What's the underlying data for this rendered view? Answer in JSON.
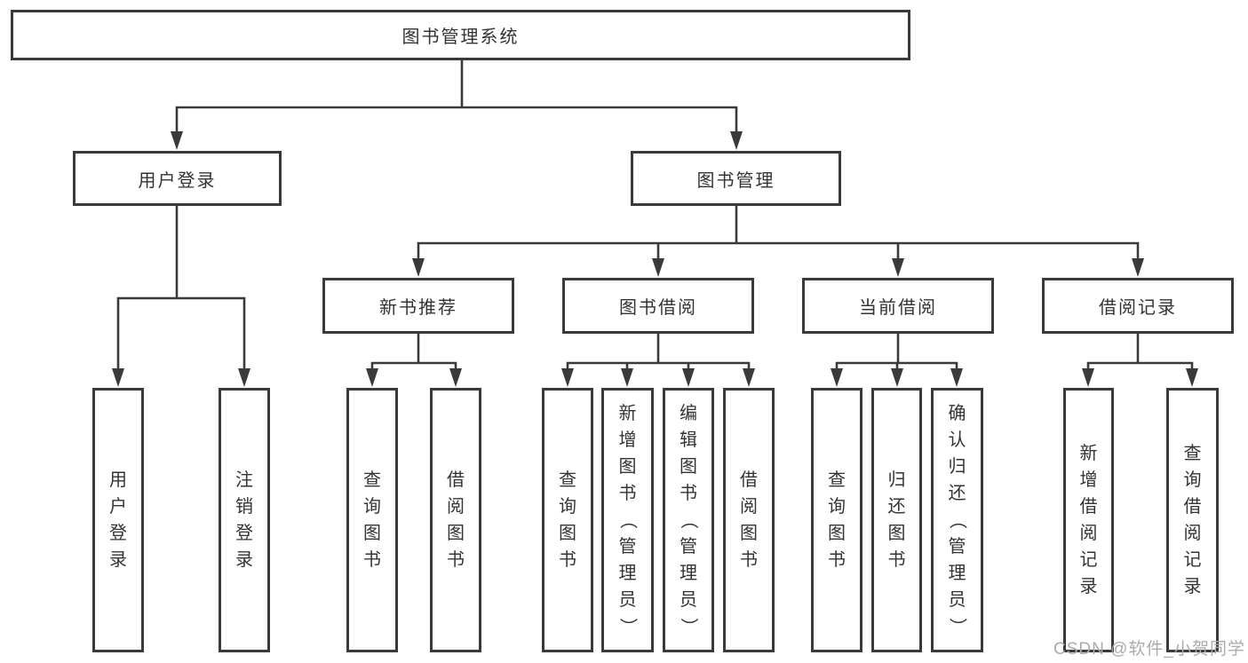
{
  "diagram": {
    "root": {
      "label": "图书管理系统"
    },
    "level2": [
      {
        "label": "用户登录",
        "children": [
          {
            "label": "用户登录"
          },
          {
            "label": "注销登录"
          }
        ]
      },
      {
        "label": "图书管理",
        "children": [
          {
            "label": "新书推荐",
            "children": [
              {
                "label": "查询图书"
              },
              {
                "label": "借阅图书"
              }
            ]
          },
          {
            "label": "图书借阅",
            "children": [
              {
                "label": "查询图书"
              },
              {
                "label": "新增图书（管理员）"
              },
              {
                "label": "编辑图书（管理员）"
              },
              {
                "label": "借阅图书"
              }
            ]
          },
          {
            "label": "当前借阅",
            "children": [
              {
                "label": "查询图书"
              },
              {
                "label": "归还图书"
              },
              {
                "label": "确认归还（管理员）"
              }
            ]
          },
          {
            "label": "借阅记录",
            "children": [
              {
                "label": "新增借阅记录"
              },
              {
                "label": "查询借阅记录"
              }
            ]
          }
        ]
      }
    ],
    "watermark": "CSDN @软件_小贺同学",
    "colors": {
      "line": "#3a3a3a",
      "text": "#333333",
      "watermark": "#ababab"
    }
  }
}
